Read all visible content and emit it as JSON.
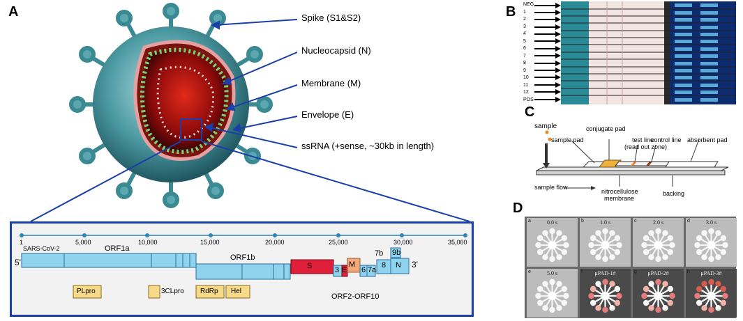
{
  "panels": {
    "a": "A",
    "b": "B",
    "c": "C",
    "d": "D"
  },
  "virus_labels": {
    "spike": "Spike (S1&S2)",
    "nucleocapsid": "Nucleocapsid (N)",
    "membrane": "Membrane (M)",
    "envelope": "Envelope (E)",
    "ssrna": "ssRNA (+sense, ~30kb in length)"
  },
  "genome": {
    "ticks": [
      "1",
      "5,000",
      "10,000",
      "15,000",
      "20,000",
      "25,000",
      "30,000",
      "35,000"
    ],
    "virus_name": "SARS-CoV-2",
    "five_prime": "5'",
    "three_prime": "3'",
    "orf1a": "ORF1a",
    "orf1b": "ORF1b",
    "s": "S",
    "e": "E",
    "three": "3",
    "m": "M",
    "six": "6",
    "seven_a": "7a",
    "seven_b": "7b",
    "eight": "8",
    "nine_b": "9b",
    "n": "N",
    "plpro": "PLpro",
    "clpro": "3CLpro",
    "rdrp": "RdRp",
    "hel": "Hel",
    "orf2_10": "ORF2-ORF10"
  },
  "strip_test": {
    "row_labels": [
      "NEG",
      "1",
      "2",
      "3",
      "4",
      "5",
      "6",
      "7",
      "8",
      "9",
      "10",
      "11",
      "12",
      "POS"
    ]
  },
  "lfa": {
    "sample": "sample",
    "sample_pad": "sample pad",
    "conjugate_pad": "conjugate pad",
    "test_line": "test line",
    "read_out": "(read out zone)",
    "control_line": "control line",
    "absorbent_pad": "absorbent pad",
    "sample_flow": "sample flow",
    "nitrocellulose": "nitrocellulose",
    "membrane": "membrane",
    "backing": "backing"
  },
  "upad": {
    "cells": [
      {
        "tag": "a",
        "label": "0.0 s"
      },
      {
        "tag": "b",
        "label": "1.0 s"
      },
      {
        "tag": "c",
        "label": "2.0 s"
      },
      {
        "tag": "d",
        "label": "3.0 s"
      },
      {
        "tag": "e",
        "label": "5.0 s"
      },
      {
        "tag": "f",
        "label": "μPAD-1#"
      },
      {
        "tag": "g",
        "label": "μPAD-2#"
      },
      {
        "tag": "h",
        "label": "μPAD-3#"
      }
    ]
  },
  "colors": {
    "genome_blue": "#8fd3ef",
    "s_red": "#e0203a",
    "protease_yellow": "#f7d98a",
    "frame_blue": "#1a3fa8"
  }
}
